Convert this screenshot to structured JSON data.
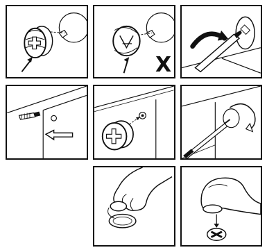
{
  "panels": [
    {
      "id": "p1",
      "step": "correct-cam-orientation",
      "mark_icon": "checkmark-icon"
    },
    {
      "id": "p2",
      "step": "wrong-cam-orientation",
      "mark_text": "X",
      "mark_icon": "cross-icon"
    },
    {
      "id": "p3",
      "step": "tighten-with-screwdriver",
      "icon": "rotate-arrow-icon"
    },
    {
      "id": "p4",
      "step": "insert-dowel",
      "icon": "left-arrow-icon"
    },
    {
      "id": "p5",
      "step": "insert-cam-lock",
      "icon": "dashed-arrow-icon"
    },
    {
      "id": "p6",
      "step": "turn-clockwise",
      "icon": "clockwise-arrow-icon"
    },
    {
      "id": "p7",
      "step": "press-cover-cap"
    },
    {
      "id": "p8",
      "step": "apply-cover-cap",
      "icon": "down-arrow-icon"
    }
  ],
  "colors": {
    "line": "#111111",
    "background": "#ffffff",
    "shade": "#bfbfbf"
  }
}
